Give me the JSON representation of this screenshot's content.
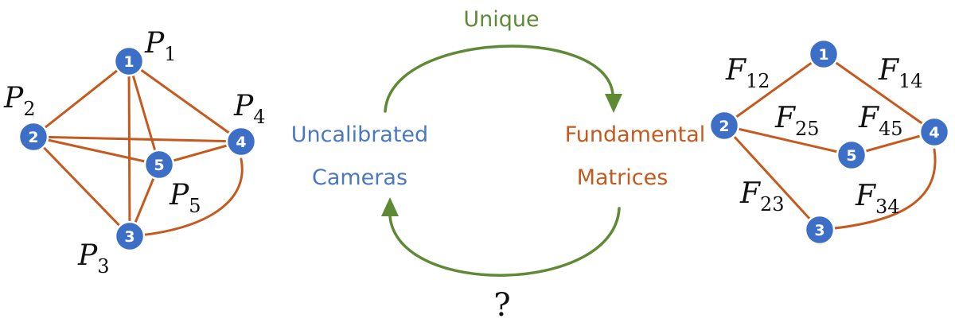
{
  "colors": {
    "edge": "#c65a1e",
    "node": "#3d6fc7",
    "cameras_text": "#4a78c2",
    "matrices_text": "#c65a1e",
    "arrow": "#5f8a35"
  },
  "camera_graph": {
    "nodes": [
      {
        "id": "1",
        "label": "P",
        "sub": "1"
      },
      {
        "id": "2",
        "label": "P",
        "sub": "2"
      },
      {
        "id": "3",
        "label": "P",
        "sub": "3"
      },
      {
        "id": "4",
        "label": "P",
        "sub": "4"
      },
      {
        "id": "5",
        "label": "P",
        "sub": "5"
      }
    ],
    "edges": [
      [
        "1",
        "2"
      ],
      [
        "1",
        "4"
      ],
      [
        "1",
        "3"
      ],
      [
        "1",
        "5"
      ],
      [
        "2",
        "4"
      ],
      [
        "2",
        "5"
      ],
      [
        "2",
        "3"
      ],
      [
        "3",
        "5"
      ],
      [
        "4",
        "5"
      ],
      [
        "3",
        "4"
      ]
    ]
  },
  "middle": {
    "top_label": "Unique",
    "left_line1": "Uncalibrated",
    "left_line2": "Cameras",
    "right_line1": "Fundamental",
    "right_line2": "Matrices",
    "bottom_label": "?"
  },
  "matrix_graph": {
    "nodes": [
      "1",
      "2",
      "3",
      "4",
      "5"
    ],
    "edges": [
      {
        "from": "1",
        "to": "2",
        "label": "F",
        "sub": "12"
      },
      {
        "from": "1",
        "to": "4",
        "label": "F",
        "sub": "14"
      },
      {
        "from": "2",
        "to": "5",
        "label": "F",
        "sub": "25"
      },
      {
        "from": "5",
        "to": "4",
        "label": "F",
        "sub": "45"
      },
      {
        "from": "2",
        "to": "3",
        "label": "F",
        "sub": "23"
      },
      {
        "from": "3",
        "to": "4",
        "label": "F",
        "sub": "34"
      }
    ]
  }
}
